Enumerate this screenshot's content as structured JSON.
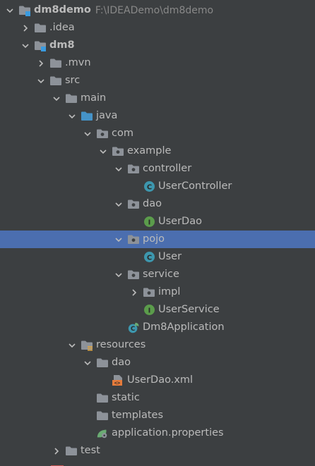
{
  "colors": {
    "background": "#3c3f41",
    "selection": "#4b6eaf",
    "text": "#bbbbbb",
    "path_text": "#888888",
    "folder": "#8d9299",
    "source_folder": "#4593c8",
    "class_icon": "#3d97ae",
    "interface_icon": "#5b9c4b",
    "module_badge": "#3a9be0"
  },
  "tree": [
    {
      "id": "dm8demo",
      "level": 0,
      "chevron": "down",
      "icon": "module-folder",
      "label": "dm8demo",
      "bold": true,
      "path": "F:\\IDEADemo\\dm8demo"
    },
    {
      "id": "idea",
      "level": 1,
      "chevron": "right",
      "icon": "folder",
      "label": ".idea"
    },
    {
      "id": "dm8",
      "level": 1,
      "chevron": "down",
      "icon": "module-folder",
      "label": "dm8",
      "bold": true
    },
    {
      "id": "mvn",
      "level": 2,
      "chevron": "right",
      "icon": "folder",
      "label": ".mvn"
    },
    {
      "id": "src",
      "level": 2,
      "chevron": "down",
      "icon": "folder",
      "label": "src"
    },
    {
      "id": "main",
      "level": 3,
      "chevron": "down",
      "icon": "folder",
      "label": "main"
    },
    {
      "id": "java",
      "level": 4,
      "chevron": "down",
      "icon": "source-folder",
      "label": "java"
    },
    {
      "id": "com",
      "level": 5,
      "chevron": "down",
      "icon": "package",
      "label": "com"
    },
    {
      "id": "example",
      "level": 6,
      "chevron": "down",
      "icon": "package",
      "label": "example"
    },
    {
      "id": "controller",
      "level": 7,
      "chevron": "down",
      "icon": "package",
      "label": "controller"
    },
    {
      "id": "usercontroller",
      "level": 8,
      "chevron": "none",
      "icon": "class",
      "label": "UserController"
    },
    {
      "id": "dao",
      "level": 7,
      "chevron": "down",
      "icon": "package",
      "label": "dao"
    },
    {
      "id": "userdao",
      "level": 8,
      "chevron": "none",
      "icon": "interface",
      "label": "UserDao"
    },
    {
      "id": "pojo",
      "level": 7,
      "chevron": "down",
      "icon": "package",
      "label": "pojo",
      "selected": true
    },
    {
      "id": "user",
      "level": 8,
      "chevron": "none",
      "icon": "class",
      "label": "User"
    },
    {
      "id": "service",
      "level": 7,
      "chevron": "down",
      "icon": "package",
      "label": "service"
    },
    {
      "id": "impl",
      "level": 8,
      "chevron": "right",
      "icon": "package",
      "label": "impl"
    },
    {
      "id": "userservice",
      "level": 8,
      "chevron": "none",
      "icon": "interface",
      "label": "UserService"
    },
    {
      "id": "dm8application",
      "level": 7,
      "chevron": "none",
      "icon": "spring-class",
      "label": "Dm8Application"
    },
    {
      "id": "resources",
      "level": 4,
      "chevron": "down",
      "icon": "resources-folder",
      "label": "resources"
    },
    {
      "id": "res-dao",
      "level": 5,
      "chevron": "down",
      "icon": "folder",
      "label": "dao"
    },
    {
      "id": "userdao-xml",
      "level": 6,
      "chevron": "none",
      "icon": "xml-file",
      "label": "UserDao.xml"
    },
    {
      "id": "static",
      "level": 5,
      "chevron": "none",
      "icon": "folder",
      "label": "static"
    },
    {
      "id": "templates",
      "level": 5,
      "chevron": "none",
      "icon": "folder",
      "label": "templates"
    },
    {
      "id": "application-properties",
      "level": 5,
      "chevron": "none",
      "icon": "spring-properties",
      "label": "application.properties"
    },
    {
      "id": "test",
      "level": 3,
      "chevron": "right",
      "icon": "folder",
      "label": "test"
    }
  ]
}
